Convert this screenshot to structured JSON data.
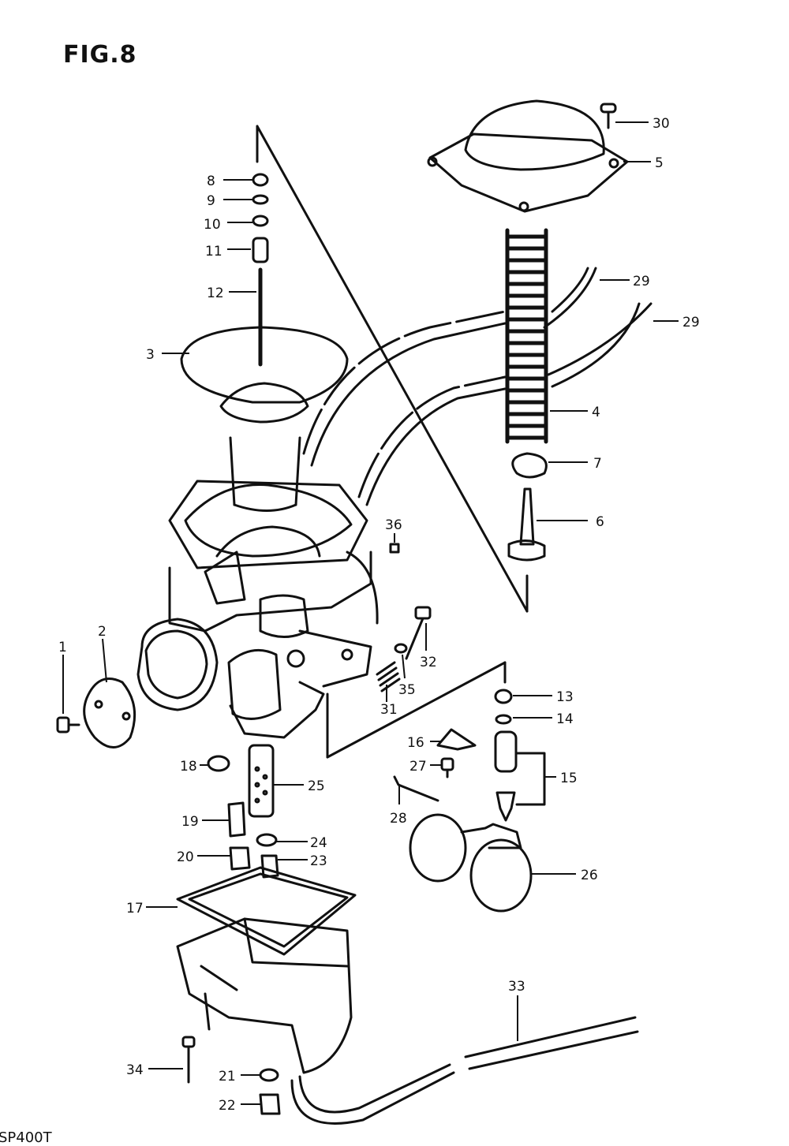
{
  "figure": {
    "title": "FIG.8",
    "code": "SP400T"
  },
  "callouts": [
    {
      "id": "8",
      "label": "8"
    },
    {
      "id": "9",
      "label": "9"
    },
    {
      "id": "10",
      "label": "10"
    },
    {
      "id": "11",
      "label": "11"
    },
    {
      "id": "12",
      "label": "12"
    },
    {
      "id": "3",
      "label": "3"
    },
    {
      "id": "30",
      "label": "30"
    },
    {
      "id": "5",
      "label": "5"
    },
    {
      "id": "29a",
      "label": "29"
    },
    {
      "id": "29b",
      "label": "29"
    },
    {
      "id": "4",
      "label": "4"
    },
    {
      "id": "7",
      "label": "7"
    },
    {
      "id": "6",
      "label": "6"
    },
    {
      "id": "36",
      "label": "36"
    },
    {
      "id": "2",
      "label": "2"
    },
    {
      "id": "1",
      "label": "1"
    },
    {
      "id": "32",
      "label": "32"
    },
    {
      "id": "35",
      "label": "35"
    },
    {
      "id": "31",
      "label": "31"
    },
    {
      "id": "13",
      "label": "13"
    },
    {
      "id": "14",
      "label": "14"
    },
    {
      "id": "16",
      "label": "16"
    },
    {
      "id": "15",
      "label": "15"
    },
    {
      "id": "27",
      "label": "27"
    },
    {
      "id": "18",
      "label": "18"
    },
    {
      "id": "25",
      "label": "25"
    },
    {
      "id": "28",
      "label": "28"
    },
    {
      "id": "19",
      "label": "19"
    },
    {
      "id": "24",
      "label": "24"
    },
    {
      "id": "20",
      "label": "20"
    },
    {
      "id": "23",
      "label": "23"
    },
    {
      "id": "26",
      "label": "26"
    },
    {
      "id": "17",
      "label": "17"
    },
    {
      "id": "33",
      "label": "33"
    },
    {
      "id": "34",
      "label": "34"
    },
    {
      "id": "21",
      "label": "21"
    },
    {
      "id": "22",
      "label": "22"
    }
  ]
}
